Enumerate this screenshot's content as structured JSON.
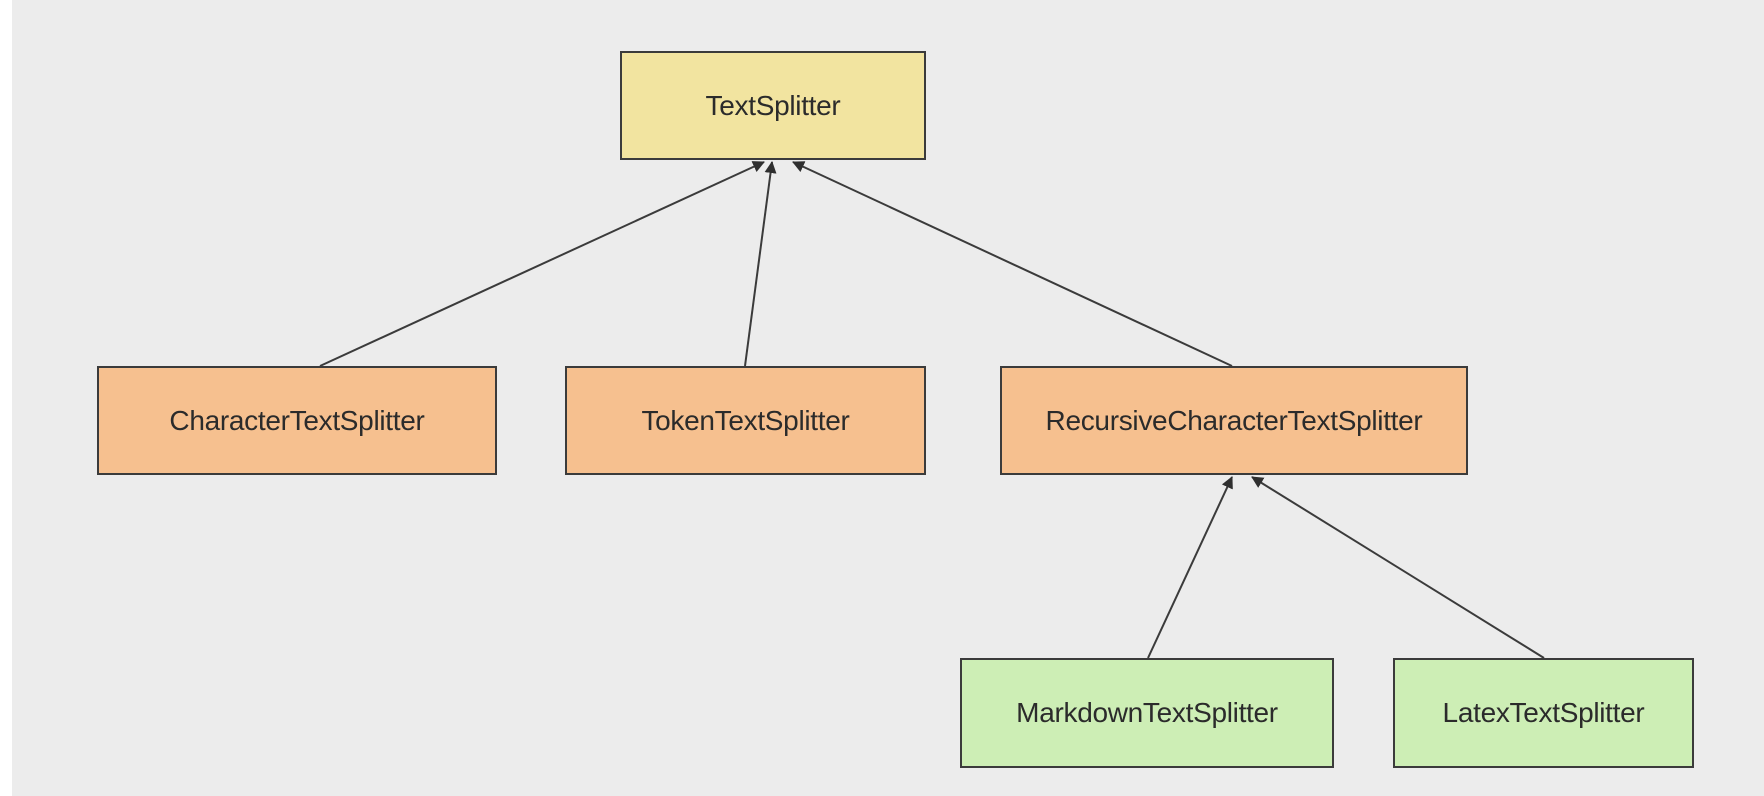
{
  "diagram": {
    "type": "class-hierarchy",
    "nodes": [
      {
        "id": "text-splitter",
        "label": "TextSplitter",
        "level": "root"
      },
      {
        "id": "character-text-splitter",
        "label": "CharacterTextSplitter",
        "level": "child"
      },
      {
        "id": "token-text-splitter",
        "label": "TokenTextSplitter",
        "level": "child"
      },
      {
        "id": "recursive-character-text-splitter",
        "label": "RecursiveCharacterTextSplitter",
        "level": "child"
      },
      {
        "id": "markdown-text-splitter",
        "label": "MarkdownTextSplitter",
        "level": "grandchild"
      },
      {
        "id": "latex-text-splitter",
        "label": "LatexTextSplitter",
        "level": "grandchild"
      }
    ],
    "edges": [
      {
        "from": "character-text-splitter",
        "to": "text-splitter"
      },
      {
        "from": "token-text-splitter",
        "to": "text-splitter"
      },
      {
        "from": "recursive-character-text-splitter",
        "to": "text-splitter"
      },
      {
        "from": "markdown-text-splitter",
        "to": "recursive-character-text-splitter"
      },
      {
        "from": "latex-text-splitter",
        "to": "recursive-character-text-splitter"
      }
    ],
    "colors": {
      "background": "#ececec",
      "root_fill": "#f2e4a0",
      "child_fill": "#f6c08f",
      "grandchild_fill": "#cdeeb5",
      "stroke": "#3b3b3b"
    }
  }
}
